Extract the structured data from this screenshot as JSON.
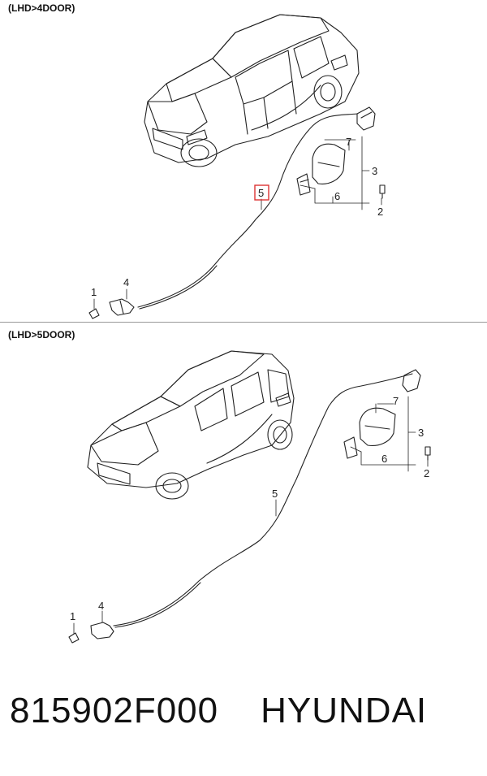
{
  "sections": [
    {
      "title": "(LHD>4DOOR)",
      "callouts": {
        "c1": "1",
        "c2": "2",
        "c3": "3",
        "c4": "4",
        "c5": "5",
        "c6": "6",
        "c7": "7"
      }
    },
    {
      "title": "(LHD>5DOOR)",
      "callouts": {
        "c1": "1",
        "c2": "2",
        "c3": "3",
        "c4": "4",
        "c5": "5",
        "c6": "6",
        "c7": "7"
      }
    }
  ],
  "footer": {
    "part_number": "815902F000",
    "brand": "HYUNDAI"
  },
  "colors": {
    "line": "#222222",
    "highlight": "#dd3333",
    "divider": "#999999"
  }
}
